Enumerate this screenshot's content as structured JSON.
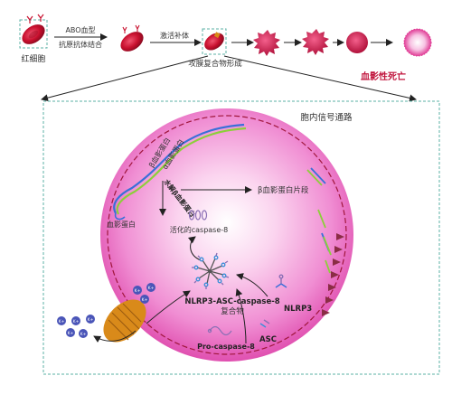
{
  "top_row": {
    "rbc_label": "红细胞",
    "binding_line1": "ABO血型",
    "binding_line2": "抗原抗体结合",
    "complement_label": "激活补体",
    "mac_label": "攻膜复合物形成",
    "death_label": "血影性死亡"
  },
  "pathway": {
    "title": "胞内信号通路",
    "beta_spectrin": "β血影蛋白",
    "alpha_spectrin": "α血影蛋白",
    "spectrin": "血影蛋白",
    "hydrolyzed_beta": "水解β血影蛋白",
    "beta_fragment": "β血影蛋白片段",
    "activated_caspase": "活化的caspase-8",
    "complex_line1": "NLRP3-ASC-caspase-8",
    "complex_line2": "复合物",
    "nlrp3": "NLRP3",
    "asc": "ASC",
    "pro_caspase": "Pro-caspase-8",
    "k_ion": "K+"
  },
  "colors": {
    "rbc_red": "#c8102e",
    "cell_pink": "#e85ab8",
    "dash_border": "#5bb0a6",
    "spectrin_blue": "#3a6fd8",
    "spectrin_green": "#8ccf3a",
    "triangle": "#8a2d45",
    "channel": "#d98a1a",
    "k_ion": "#4a55b8"
  }
}
